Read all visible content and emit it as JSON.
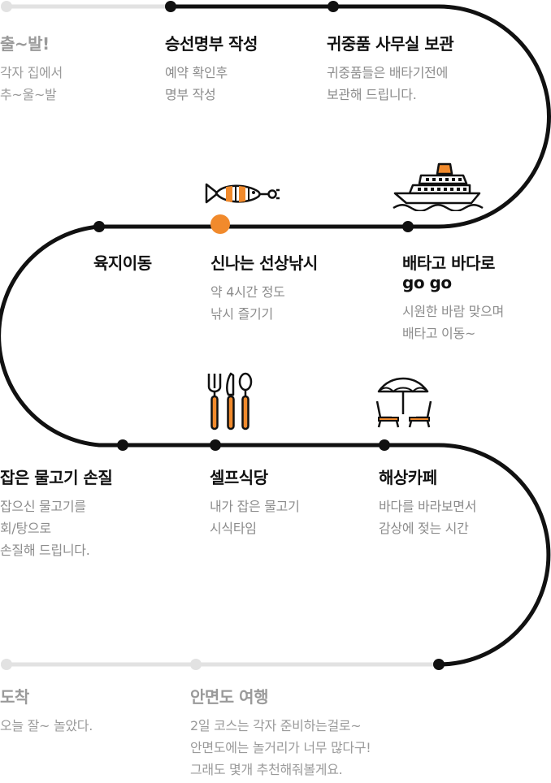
{
  "colors": {
    "accent": "#f18a2c",
    "track": "#111111",
    "track_muted": "#e2e2e2"
  },
  "steps": [
    {
      "title": "출~발!",
      "lines": [
        "각자 집에서",
        "추~울~발"
      ]
    },
    {
      "title": "승선명부 작성",
      "lines": [
        "예약 확인후",
        "명부 작성"
      ]
    },
    {
      "title": "귀중품 사무실 보관",
      "lines": [
        "귀중품들은 배타기전에",
        "보관해 드립니다."
      ]
    },
    {
      "title": "육지이동",
      "lines": []
    },
    {
      "title": "신나는 선상낚시",
      "lines": [
        "약 4시간 정도",
        "낚시 즐기기"
      ]
    },
    {
      "title": "배타고 바다로",
      "title2": "go go",
      "lines": [
        "시원한 바람 맞으며",
        "배타고 이동~"
      ]
    },
    {
      "title": "잡은 물고기 손질",
      "lines": [
        "잡으신 물고기를",
        "회/탕으로",
        "손질해 드립니다."
      ]
    },
    {
      "title": "셀프식당",
      "lines": [
        "내가 잡은 물고기",
        "시식타임"
      ]
    },
    {
      "title": "해상카페",
      "lines": [
        "바다를 바라보면서",
        "감상에 젖는 시간"
      ]
    },
    {
      "title": "도착",
      "lines": [
        "오늘 잘~ 놀았다."
      ]
    },
    {
      "title": "안면도 여행",
      "lines": [
        "2일 코스는 각자 준비하는걸로~",
        "안면도에는 놀거리가 너무 많다구!",
        "그래도 몇개 추천해줘볼게요."
      ]
    }
  ],
  "icons": [
    "fishing-lure-icon",
    "cruise-ship-icon",
    "cutlery-icon",
    "beach-umbrella-icon"
  ]
}
